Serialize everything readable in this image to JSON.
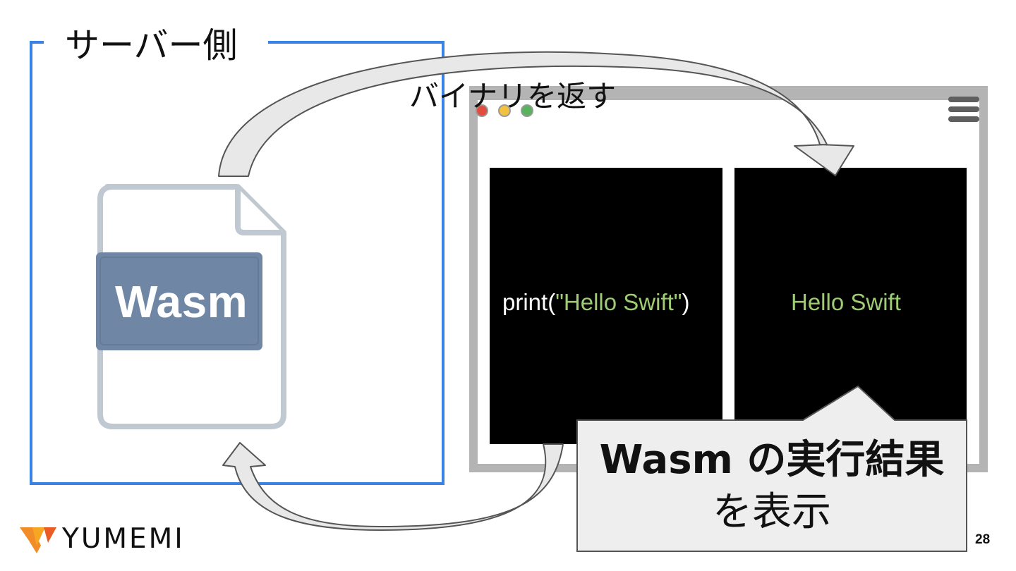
{
  "slide": {
    "server_label": "サーバー側",
    "top_arrow_label": "バイナリを返す",
    "file_label": "Wasm",
    "code_prefix": "print(",
    "code_string": "\"Hello Swift\"",
    "code_suffix": ")",
    "output_text": "Hello Swift",
    "callout_line1": "Wasm の実行結果",
    "callout_line2": "を表示",
    "brand_name": "YUMEMI",
    "page_number": "28"
  },
  "icons": {
    "file": "wasm-file-icon",
    "browser_menu": "hamburger-menu-icon",
    "brand": "yumemi-logo-icon"
  },
  "colors": {
    "server_border": "#3b82e6",
    "browser_frame": "#b4b4b4",
    "file_outline": "#c0c8d1",
    "file_band": "#6f86a4",
    "code_string": "#9dcc72",
    "arrow_fill": "#e8e8e8",
    "arrow_stroke": "#555555",
    "callout_fill": "#eeeeee",
    "brand_orange": "#f28c28"
  }
}
